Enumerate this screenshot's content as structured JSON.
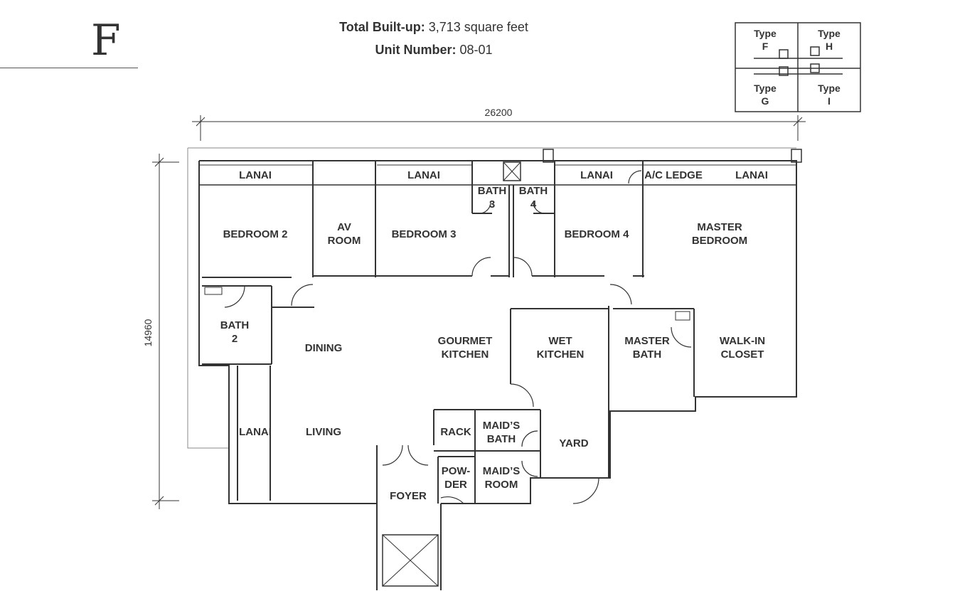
{
  "unit_type": "F",
  "total_builtup_label": "Total Built-up:",
  "total_builtup_value": "3,713 square feet",
  "unit_number_label": "Unit Number:",
  "unit_number_value": "08-01",
  "dimensions": {
    "width": "26200",
    "depth": "14960"
  },
  "key_plan": {
    "type_f": [
      "Type",
      "F"
    ],
    "type_h": [
      "Type",
      "H"
    ],
    "type_g": [
      "Type",
      "G"
    ],
    "type_i": [
      "Type",
      "I"
    ]
  },
  "rooms": {
    "lanai_1": [
      "LANAI"
    ],
    "lanai_2": [
      "LANAI"
    ],
    "lanai_3": [
      "LANAI"
    ],
    "lanai_4": [
      "LANAI"
    ],
    "lanai_side": [
      "LANAI"
    ],
    "ac_ledge": [
      "A/C LEDGE"
    ],
    "bedroom_2": [
      "BEDROOM 2"
    ],
    "av_room": [
      "AV",
      "ROOM"
    ],
    "bedroom_3": [
      "BEDROOM 3"
    ],
    "bath_3": [
      "BATH",
      "3"
    ],
    "bath_4": [
      "BATH",
      "4"
    ],
    "bedroom_4": [
      "BEDROOM 4"
    ],
    "master_bedroom": [
      "MASTER",
      "BEDROOM"
    ],
    "bath_2": [
      "BATH",
      "2"
    ],
    "dining": [
      "DINING"
    ],
    "gourmet_kitchen": [
      "GOURMET",
      "KITCHEN"
    ],
    "wet_kitchen": [
      "WET",
      "KITCHEN"
    ],
    "master_bath": [
      "MASTER",
      "BATH"
    ],
    "walk_in_closet": [
      "WALK-IN",
      "CLOSET"
    ],
    "living": [
      "LIVING"
    ],
    "rack": [
      "RACK"
    ],
    "maids_bath": [
      "MAID’S",
      "BATH"
    ],
    "yard": [
      "YARD"
    ],
    "powder": [
      "POW-",
      "DER"
    ],
    "maids_room": [
      "MAID’S",
      "ROOM"
    ],
    "foyer": [
      "FOYER"
    ]
  }
}
